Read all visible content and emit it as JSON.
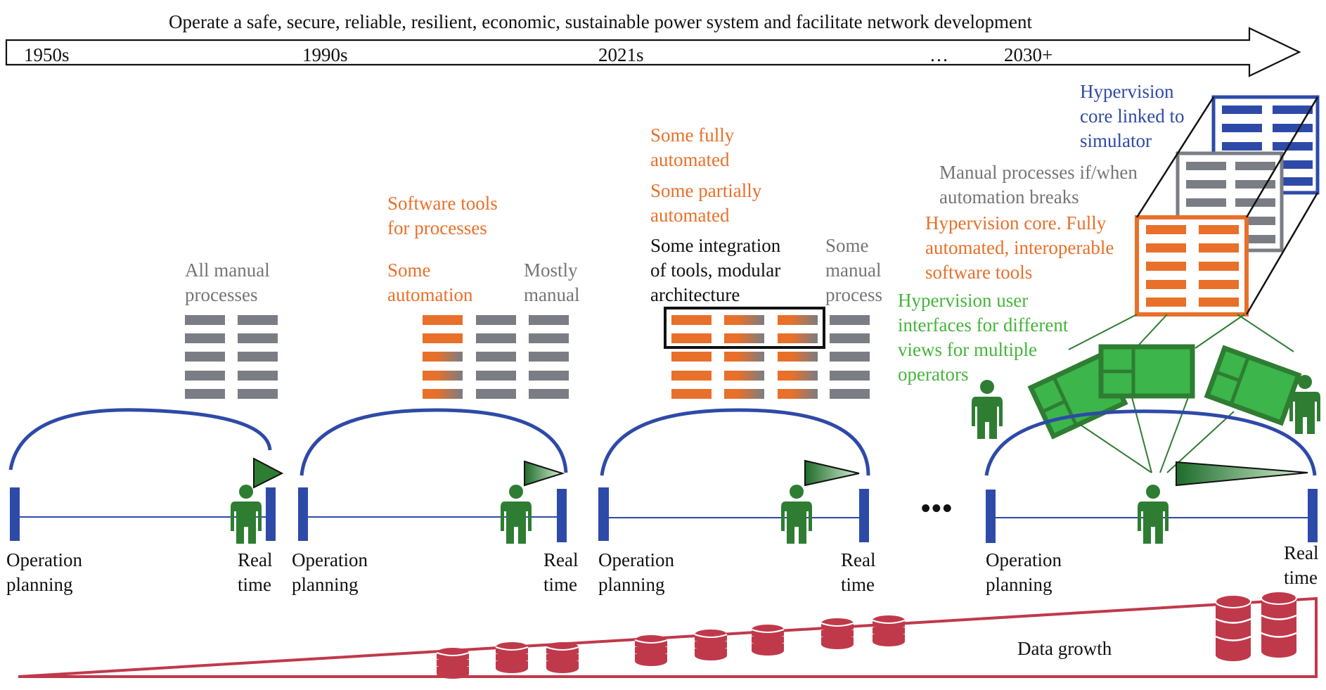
{
  "timeline": {
    "banner": "Operate a safe, secure, reliable, resilient, economic, sustainable power system and facilitate network development",
    "eras": [
      "1950s",
      "1990s",
      "2021s",
      "…",
      "2030+"
    ]
  },
  "stage1": {
    "note": "All manual\nprocesses"
  },
  "stage2": {
    "tools": "Software tools\nfor processes",
    "automation": "Some\nautomation",
    "manual": "Mostly\nmanual"
  },
  "stage3": {
    "fully": "Some fully\nautomated",
    "partially": "Some partially\nautomated",
    "integration": "Some integration\nof tools, modular\narchitecture",
    "manual": "Some\nmanual\nprocess"
  },
  "stage4": {
    "simulator": "Hypervision\ncore linked to\nsimulator",
    "manual_fallback": "Manual processes if/when\nautomation breaks",
    "core": "Hypervision core. Fully\nautomated, interoperable\nsoftware tools",
    "ui": "Hypervision user\ninterfaces for different\nviews for multiple\noperators"
  },
  "axis": {
    "operation_planning": "Operation\nplanning",
    "real_time": "Real\ntime"
  },
  "continuation": "•••",
  "data_growth": "Data growth",
  "colors": {
    "orange": "#e8702a",
    "gray": "#757575",
    "green": "#3cb54a",
    "dark_green": "#2e7d32",
    "blue": "#2e4aa8",
    "red": "#c0394b"
  }
}
